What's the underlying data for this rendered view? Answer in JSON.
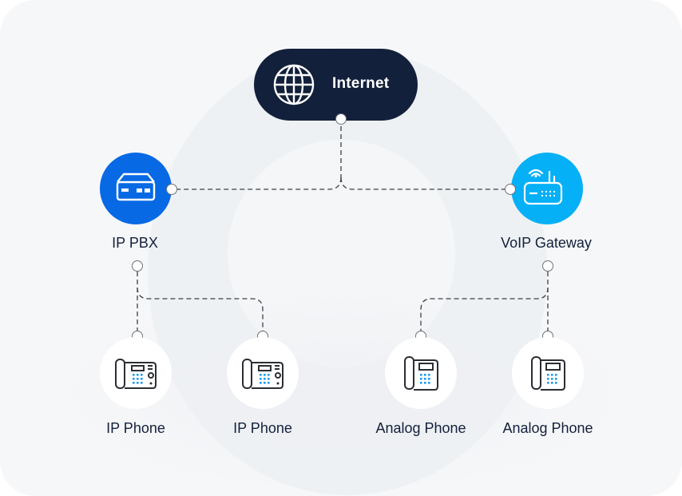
{
  "diagram": {
    "type": "network-topology",
    "colors": {
      "background": "#f6f7f9",
      "internet": "#13203b",
      "ip_pbx": "#0769e4",
      "voip_gateway": "#06b0f6",
      "phone_bg": "#ffffff",
      "label_text": "#13203b",
      "keypad_accent": "#1e9bf0",
      "link_line": "#3c4149"
    },
    "nodes": {
      "internet": {
        "label": "Internet",
        "icon": "globe-icon"
      },
      "ip_pbx": {
        "label": "IP PBX",
        "icon": "pbx-device-icon"
      },
      "voip_gateway": {
        "label": "VoIP Gateway",
        "icon": "router-icon"
      },
      "phones": [
        {
          "label": "IP Phone",
          "icon": "ip-phone-icon"
        },
        {
          "label": "IP Phone",
          "icon": "ip-phone-icon"
        },
        {
          "label": "Analog Phone",
          "icon": "analog-phone-icon"
        },
        {
          "label": "Analog Phone",
          "icon": "analog-phone-icon"
        }
      ]
    },
    "links": [
      {
        "from": "Internet",
        "to": "IP PBX",
        "style": "dashed"
      },
      {
        "from": "Internet",
        "to": "VoIP Gateway",
        "style": "dashed"
      },
      {
        "from": "IP PBX",
        "to": "IP Phone (1)",
        "style": "dashed"
      },
      {
        "from": "IP PBX",
        "to": "IP Phone (2)",
        "style": "dashed"
      },
      {
        "from": "VoIP Gateway",
        "to": "Analog Phone (1)",
        "style": "dashed"
      },
      {
        "from": "VoIP Gateway",
        "to": "Analog Phone (2)",
        "style": "dashed"
      }
    ]
  }
}
